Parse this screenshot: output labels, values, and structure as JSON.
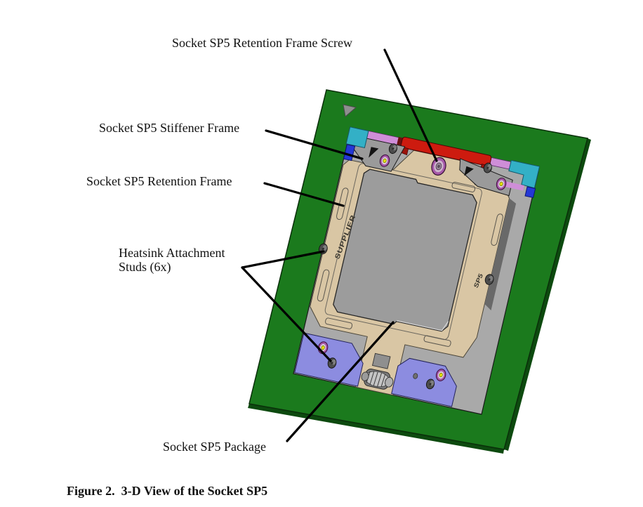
{
  "figure": {
    "caption": "Figure 2.  3-D View of the Socket SP5",
    "callouts": {
      "retention_frame_screw": "Socket SP5 Retention Frame Screw",
      "stiffener_frame": "Socket SP5 Stiffener Frame",
      "retention_frame": "Socket SP5 Retention Frame",
      "heatsink_studs": "Heatsink Attachment Studs (6x)",
      "package": "Socket SP5 Package"
    },
    "engravings": {
      "supplier": "SUPPLIER",
      "socket_name": "SP5"
    },
    "colors": {
      "pcb_green": "#1b7a1d",
      "pcb_edge_green": "#0d4a0f",
      "retention_frame_tan": "#d9c6a4",
      "package_gray": "#9c9c9c",
      "base_plate_gray": "#a9a9a9",
      "bracket_gray": "#9a9a9a",
      "retention_screw_bar_red": "#cd1b0f",
      "stiffener_cyan": "#33b0c6",
      "stiffener_blue": "#2438d6",
      "stiffener_violet": "#cf8ed8",
      "bottom_bracket_purple": "#8c8ce0",
      "screw_ring_plum": "#a658a8",
      "screw_center_yellow": "#e5e20a",
      "leader_line": "#000000"
    }
  }
}
